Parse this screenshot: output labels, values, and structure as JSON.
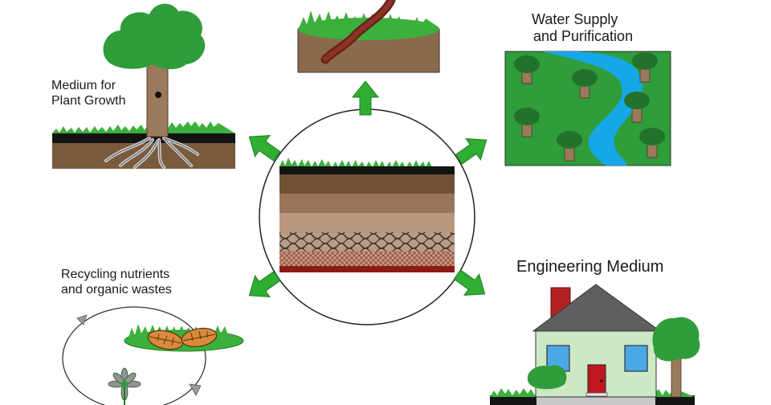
{
  "labels": {
    "plant_growth": [
      "Medium for",
      "Plant Growth"
    ],
    "water_supply": [
      "Water Supply",
      "and Purification"
    ],
    "recycling": [
      "Recycling nutrients",
      "and organic wastes"
    ],
    "engineering": [
      "Engineering Medium"
    ]
  },
  "colors": {
    "arrow_green": "#2fae32",
    "grass_green": "#3cb03c",
    "foliage_green": "#2e9d3a",
    "soil_dark": "#1c1c1c",
    "soil_brown": "#7a5a3c",
    "water_blue": "#16a7e8",
    "house_wall": "#cde8c4",
    "roof_gray": "#5f5f5f",
    "chimney_red": "#b22222",
    "door_red": "#c0161e"
  },
  "icons": {
    "center": "soil-profile-icon",
    "top": "earthworm-habitat-icon",
    "top_left": "tree-roots-icon",
    "top_right": "river-landscape-icon",
    "bottom_left": "nutrient-cycle-icon",
    "bottom_right": "house-icon"
  }
}
